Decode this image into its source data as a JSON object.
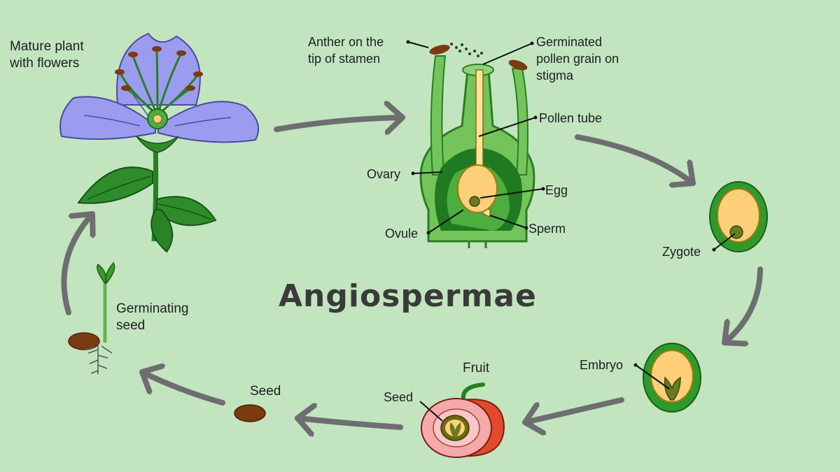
{
  "title": "Angiospermae",
  "labels": {
    "mature_plant": "Mature plant\nwith flowers",
    "anther": "Anther on the\ntip of stamen",
    "germinated_pollen": "Germinated\npollen grain on\nstigma",
    "pollen_tube": "Pollen tube",
    "ovary": "Ovary",
    "egg": "Egg",
    "ovule": "Ovule",
    "sperm": "Sperm",
    "zygote": "Zygote",
    "embryo": "Embryo",
    "fruit": "Fruit",
    "fruit_seed": "Seed",
    "seed": "Seed",
    "germinating_seed": "Germinating\nseed"
  },
  "colors": {
    "background": "#c2e5c0",
    "arrow": "#6e6e70",
    "petal": "#9b9cf0",
    "petal_outline": "#4a4b9e",
    "leaf_green": "#2f8c2a",
    "light_green": "#73c45c",
    "dark_green": "#1f7a22",
    "egg_yellow": "#ffcf7a",
    "seed_brown": "#7a3b12",
    "fruit_red": "#e24a2e"
  }
}
